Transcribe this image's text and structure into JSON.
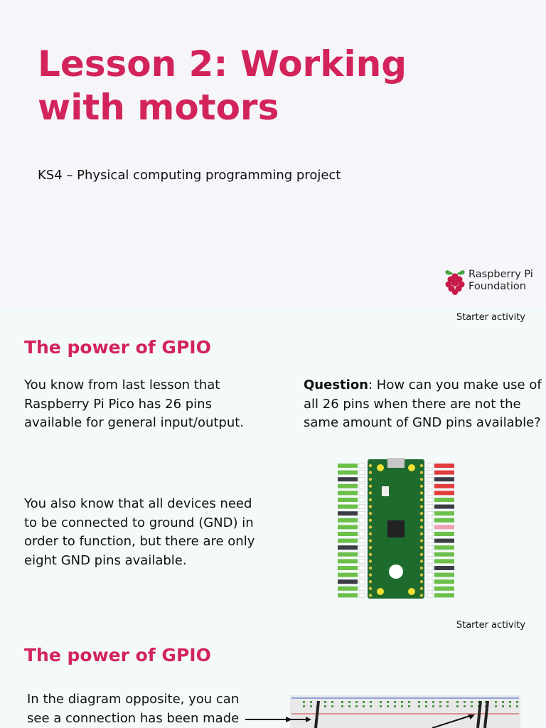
{
  "slide1": {
    "title_line1": "Lesson 2: Working",
    "title_line2": "with motors",
    "subtitle": "KS4 – Physical computing programming project",
    "logo": {
      "line1": "Raspberry Pi",
      "line2": "Foundation",
      "icon": "raspberry-logo-icon"
    }
  },
  "slide2": {
    "tag": "Starter activity",
    "heading": "The power of GPIO",
    "para1": "You know from last lesson that Raspberry Pi Pico has 26 pins available for general input/output.",
    "para2": "You also know that all devices need to be connected to ground (GND) in order to function, but there are only eight GND pins available.",
    "question_label": "Question",
    "question_text": ": How can you make use of all 26 pins when there are not the same amount of GND pins available?"
  },
  "slide3": {
    "tag": "Starter activity",
    "heading": "The power of GPIO",
    "para1": "In the diagram opposite, you can see a connection has been made"
  },
  "colors": {
    "accent": "#d2245b",
    "pin_green": "#6cc04a",
    "pin_dark": "#3c3c46",
    "pin_red": "#e03c3c",
    "board": "#1e6b2e"
  }
}
